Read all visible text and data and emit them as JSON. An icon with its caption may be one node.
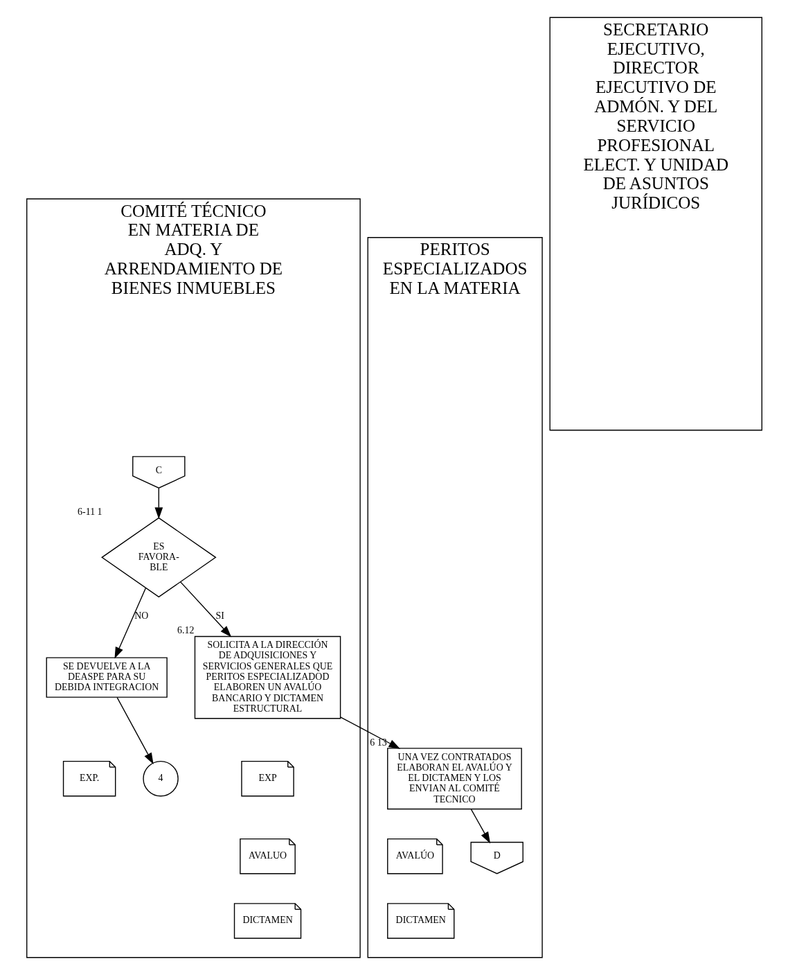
{
  "diagram": {
    "nodes": [
      {
        "text": [
          "COMITÉ TÉCNICO EN MATERIA DE ADQ. Y ARRENDAMIENTO DE BIENES INMUEBLES"
        ]
      },
      {
        "text": [
          "PERITOS ESPECIALIZADOS EN LA MATERIA"
        ]
      },
      {
        "text": [
          "SECRETARIO EJECUTIVO, DIRECTOR EJECUTIVO DE ADMÓN. Y DEL SERVICIO PROFESIONAL ELECT. Y UNIDAD DE ASUNTOS JURÍDICOS"
        ]
      },
      {
        "text": [
          "C"
        ],
        "in": 0
      },
      {
        "text": [
          "ES FAVORA- BLE"
        ],
        "beside": [
          "6-11 1"
        ],
        "in": 0
      },
      {
        "text": [
          "SE DEVUELVE A LA DEASPE PARA SU DEBIDA INTEGRACION"
        ],
        "in": 0
      },
      {
        "text": [
          "EXP."
        ],
        "in": 0
      },
      {
        "text": [
          "4"
        ],
        "in": 0
      },
      {
        "text": [
          "SOLICITA A LA DIRECCIÓN DE ADQUISICIONES Y SERVICIOS GENERALES QUE PERITOS ESPECIALIZADOD ELABOREN UN AVALÚO BANCARIO Y DICTAMEN ESTRUCTURAL"
        ],
        "beside": [
          "6.12"
        ],
        "in": 0
      },
      {
        "text": [
          "EXP"
        ],
        "in": 0
      },
      {
        "text": [
          "AVALUO"
        ],
        "in": 0
      },
      {
        "text": [
          "DICTAMEN"
        ],
        "in": 0
      },
      {
        "text": [
          "UNA VEZ CONTRATADOS ELABORAN EL AVALÚO Y EL DICTAMEN Y LOS ENVIAN AL COMITÉ TECNICO"
        ],
        "beside": [
          "6 13"
        ],
        "in": 1
      },
      {
        "text": [
          "AVALÚO"
        ],
        "in": 1
      },
      {
        "text": [
          "DICTAMEN"
        ],
        "in": 1
      },
      {
        "text": [
          "D"
        ],
        "in": 1
      }
    ],
    "edges": [
      {
        "from": 3,
        "to": 4,
        "arrow": "to"
      },
      {
        "from": 4,
        "to": 5,
        "arrow": "to",
        "label": "NO"
      },
      {
        "from": 4,
        "to": 8,
        "arrow": "to",
        "label": "SI"
      },
      {
        "from": 5,
        "to": 7,
        "arrow": "to"
      },
      {
        "from": 8,
        "to": 12,
        "arrow": "to"
      },
      {
        "from": 12,
        "to": 15,
        "arrow": "to"
      }
    ]
  }
}
